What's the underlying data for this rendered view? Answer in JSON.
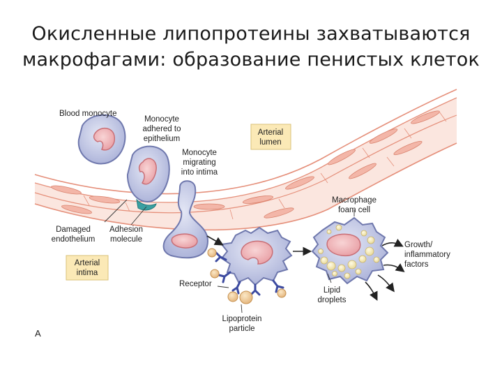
{
  "title": {
    "line1": "Окисленные липопротеины захватываются",
    "line2": "макрофагами: образование пенистых клеток"
  },
  "labels": {
    "blood_monocyte": "Blood monocyte",
    "monocyte_adhered": [
      "Monocyte",
      "adhered to",
      "epithelium"
    ],
    "monocyte_migrating": [
      "Monocyte",
      "migrating",
      "into intima"
    ],
    "arterial_lumen": [
      "Arterial",
      "lumen"
    ],
    "macrophage_foam_cell": [
      "Macrophage",
      "foam cell"
    ],
    "damaged_endothelium": [
      "Damaged",
      "endothelium"
    ],
    "adhesion_molecule": [
      "Adhesion",
      "molecule"
    ],
    "arterial_intima": [
      "Arterial",
      "intima"
    ],
    "growth_factors": [
      "Growth/",
      "inflammatory",
      "factors"
    ],
    "receptor": "Receptor",
    "lipid_droplets": [
      "Lipid",
      "droplets"
    ],
    "lipoprotein_particle": [
      "Lipoprotein",
      "particle"
    ],
    "panel_letter": "A"
  },
  "colors": {
    "endothelium_fill": "#f6d2c8",
    "endothelium_stroke": "#e58f7a",
    "cell_fill": "#c3c8e4",
    "cell_stroke": "#6f78ad",
    "nucleus_fill": "#f0b7b9",
    "nucleus_stroke": "#c96f76",
    "adhesion": "#3aa0a2",
    "lipid": "#f2e6ad",
    "lipoprotein": "#f1cc9a",
    "label_box": "#fbe9b6"
  }
}
